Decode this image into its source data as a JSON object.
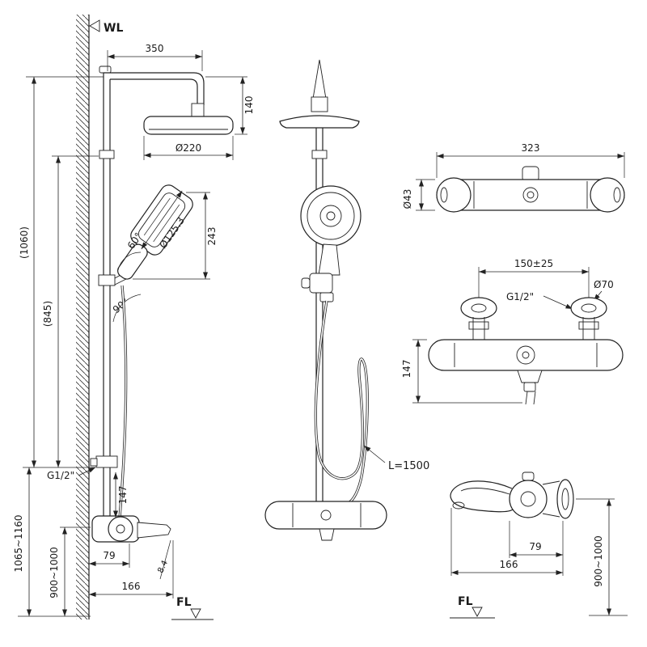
{
  "drawing": {
    "front_view": {
      "wall_label": "WL",
      "floor_label": "FL",
      "dim_arm_offset": "350",
      "dim_head_drop": "140",
      "dim_head_diameter": "Ø220",
      "dim_hand_shower_diameter": "Ø125.3",
      "dim_hand_shower_angle": "60°",
      "dim_hand_shower_height": "243",
      "dim_holder_angle": "90°",
      "dim_column_height": "(1060)",
      "dim_upper_column": "(845)",
      "dim_inlet_thread": "G1/2\"",
      "dim_outlet_to_spout": "147",
      "dim_spout_reach_short": "79",
      "dim_spout_reach_long": "166",
      "dim_spout_tilt": "8.4",
      "dim_outlet_height": "1065~1160",
      "dim_mixer_height": "900~1000"
    },
    "side_view": {
      "dim_hose_length": "L=1500"
    },
    "plan_view": {
      "dim_overall_width": "323",
      "dim_bar_diameter": "Ø43"
    },
    "mixer_front": {
      "dim_inlet_centers": "150±25",
      "dim_inlet_thread": "G1/2\"",
      "dim_flange_diameter": "Ø70",
      "dim_body_height": "147"
    },
    "spout_side": {
      "dim_reach_short": "79",
      "dim_reach_long": "166",
      "dim_mount_height": "900~1000",
      "floor_label": "FL"
    }
  }
}
